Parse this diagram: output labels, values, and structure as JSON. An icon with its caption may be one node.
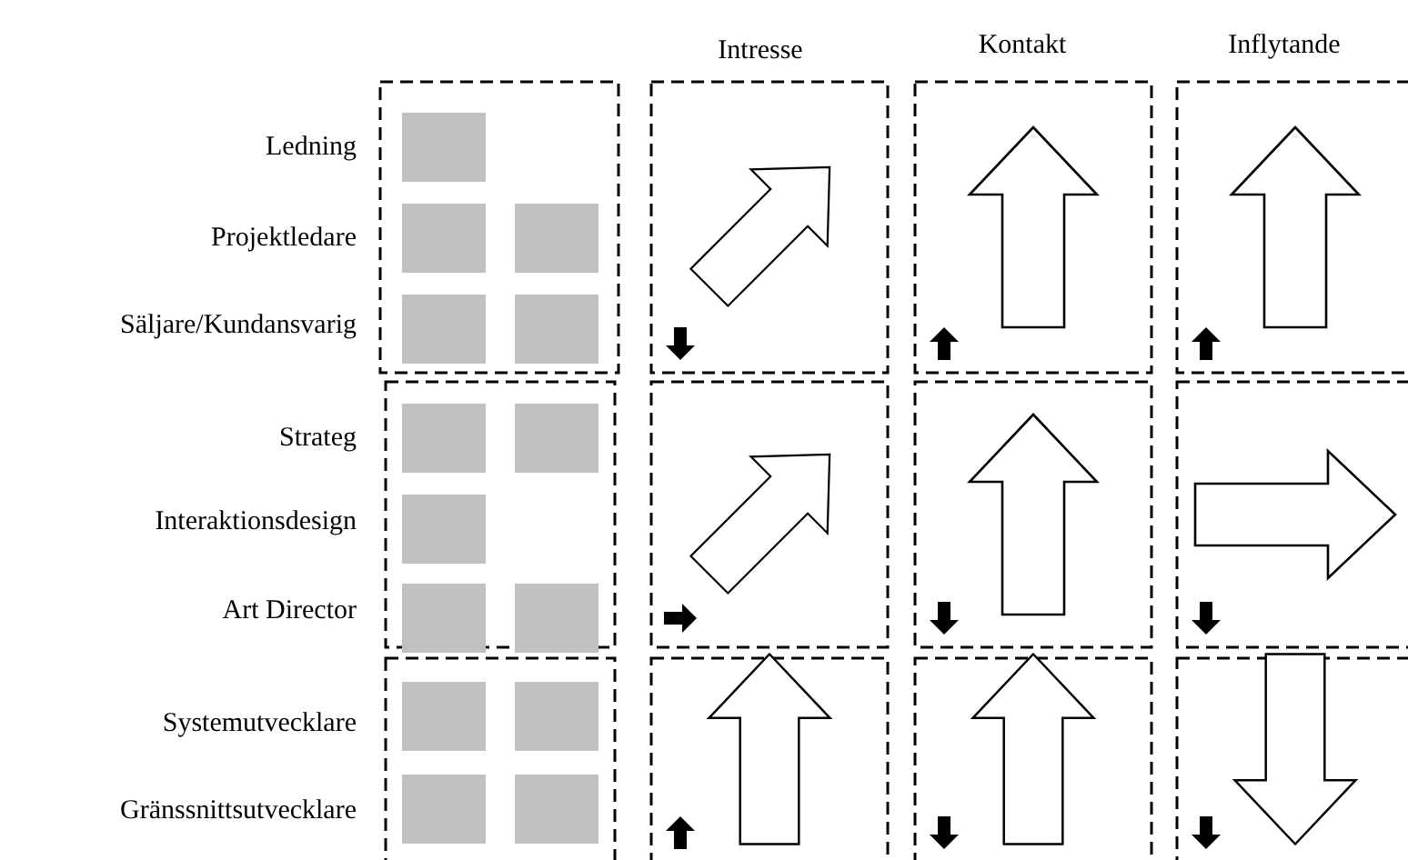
{
  "diagram": {
    "labels": [
      "Intresse",
      "Kontakt",
      "Inflytande",
      "Ledning",
      "Projektledare",
      "Säljare/Kundansvarig",
      "Strateg",
      "Interaktionsdesign",
      "Art Director",
      "Systemutvecklare",
      "Gränssnittsutvecklare"
    ]
  }
}
